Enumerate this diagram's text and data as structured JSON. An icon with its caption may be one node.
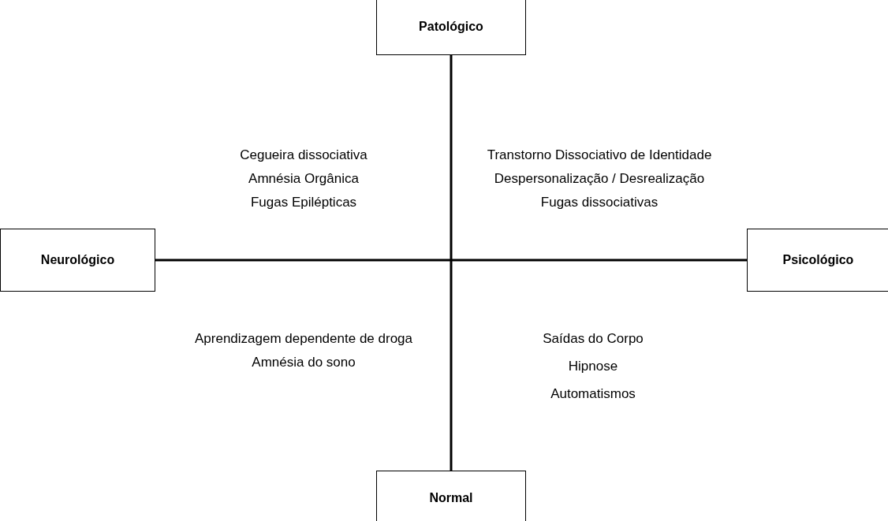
{
  "diagram": {
    "nodes": [
      {
        "text": [
          "Patológico"
        ]
      },
      {
        "text": [
          "Neurológico"
        ]
      },
      {
        "text": [
          "Psicológico"
        ]
      },
      {
        "text": [
          "Normal"
        ]
      }
    ],
    "edges": [
      {
        "from": 0,
        "to": 3,
        "arrow": "none"
      },
      {
        "from": 1,
        "to": 2,
        "arrow": "none"
      }
    ],
    "labels": [
      "Cegueira dissociativa",
      "Amnésia Orgânica",
      "Fugas Epilépticas",
      "Transtorno Dissociativo de Identidade",
      "Despersonalização / Desrealização",
      "Fugas dissociativas",
      "Aprendizagem dependente de droga",
      "Amnésia do sono",
      "Saídas do Corpo",
      "Hipnose",
      "Automatismos"
    ]
  }
}
